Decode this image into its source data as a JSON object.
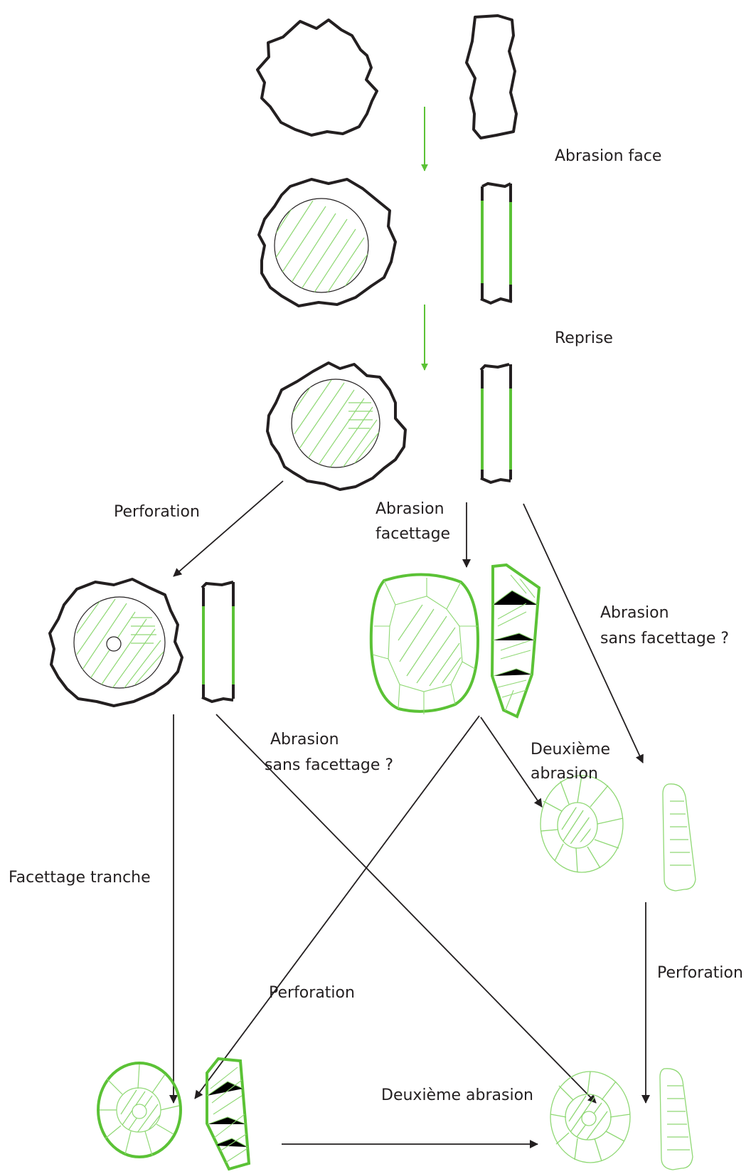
{
  "diagram": {
    "colors": {
      "stroke": "#231f20",
      "accent": "#5bc236",
      "accent_light": "#8fd874"
    },
    "labels": {
      "abrasion_face": "Abrasion face",
      "reprise": "Reprise",
      "perforation_1": "Perforation",
      "abrasion_facettage_1": "Abrasion",
      "abrasion_facettage_2": "facettage",
      "abrasion_sans_facettage_right_1": "Abrasion",
      "abrasion_sans_facettage_right_2": "sans facettage ?",
      "abrasion_sans_facettage_mid_1": "Abrasion",
      "abrasion_sans_facettage_mid_2": "sans facettage ?",
      "deuxieme_abrasion_right_1": "Deuxième",
      "deuxieme_abrasion_right_2": "abrasion",
      "facettage_tranche": "Facettage tranche",
      "perforation_2": "Perforation",
      "perforation_3": "Perforation",
      "deuxieme_abrasion_bottom": "Deuxième abrasion"
    }
  }
}
